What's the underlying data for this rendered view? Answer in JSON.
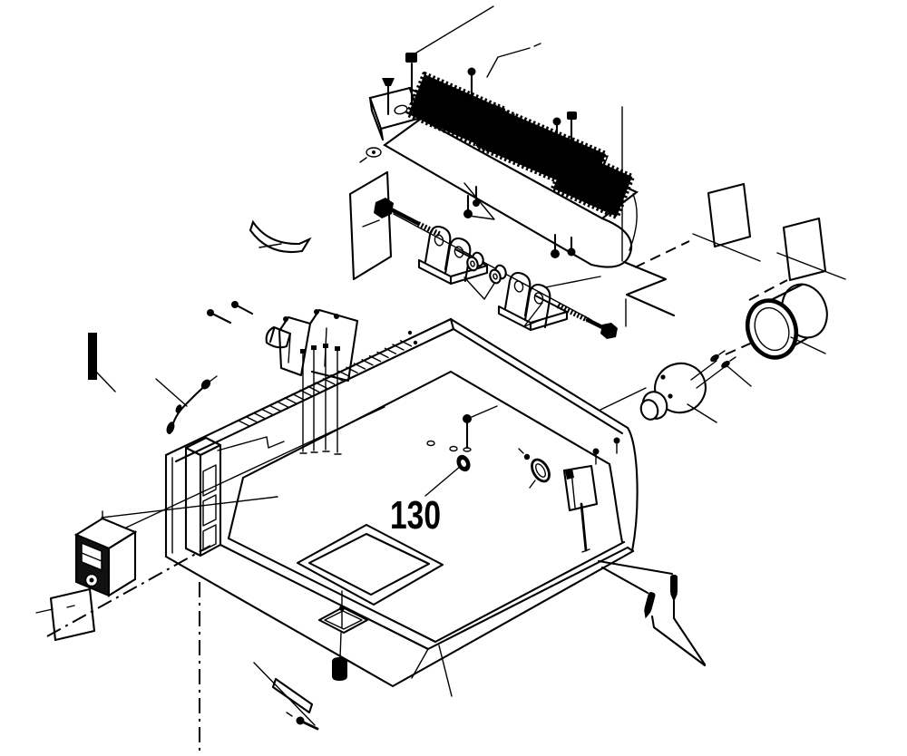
{
  "diagram": {
    "type": "exploded-parts-diagram",
    "callouts": [
      {
        "text": "130",
        "target": "grommet-nut"
      }
    ],
    "colors": {
      "line": "#000000",
      "background": "#ffffff",
      "label_text": "#000000"
    },
    "parts": [
      "top-bar-assembly",
      "serrated-insert-block",
      "mounting-screw",
      "guard-panel",
      "hex-bolt",
      "pivot-bracket",
      "flat-washer",
      "rotation-arrow",
      "terminal-bracket-assembly",
      "lead-wire",
      "black-bar",
      "main-chassis",
      "ventilation-ribs",
      "left-channel-column",
      "floor-cutout",
      "grommet-nut",
      "wire-clamp",
      "support-bracket-rod",
      "power-switch",
      "switch-cover-plate",
      "foot-plate",
      "rubber-foot",
      "mounting-strip",
      "fastener-screw",
      "fuse-lead",
      "side-panel-plate",
      "adapter-ring",
      "end-bushing"
    ]
  }
}
